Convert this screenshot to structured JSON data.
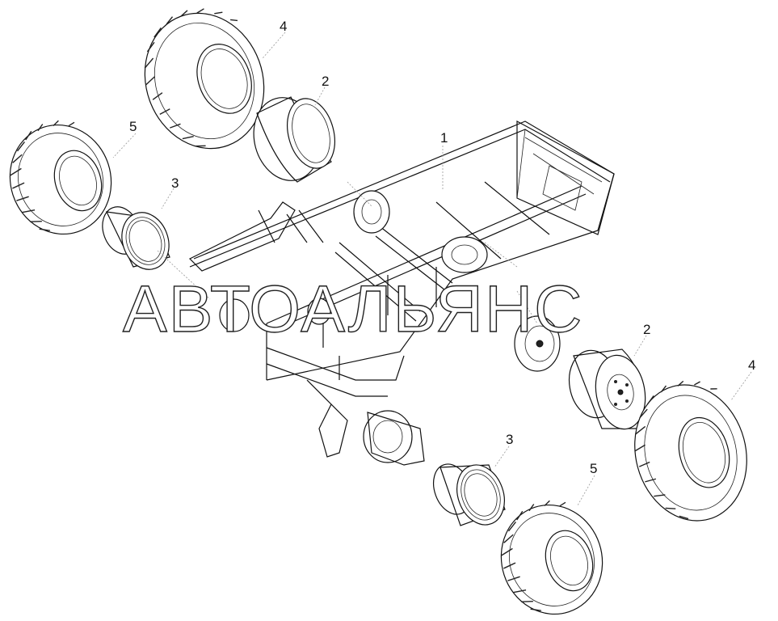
{
  "watermark": "АВТОАЛЬЯНС",
  "callouts": {
    "frame": "1",
    "rim_front_left": "2",
    "rim_rear_right": "2",
    "rim_inner_left": "3",
    "rim_inner_bottom": "3",
    "tire_large_top": "4",
    "tire_large_right": "4",
    "tire_small_left": "5",
    "tire_small_bottom": "5"
  }
}
